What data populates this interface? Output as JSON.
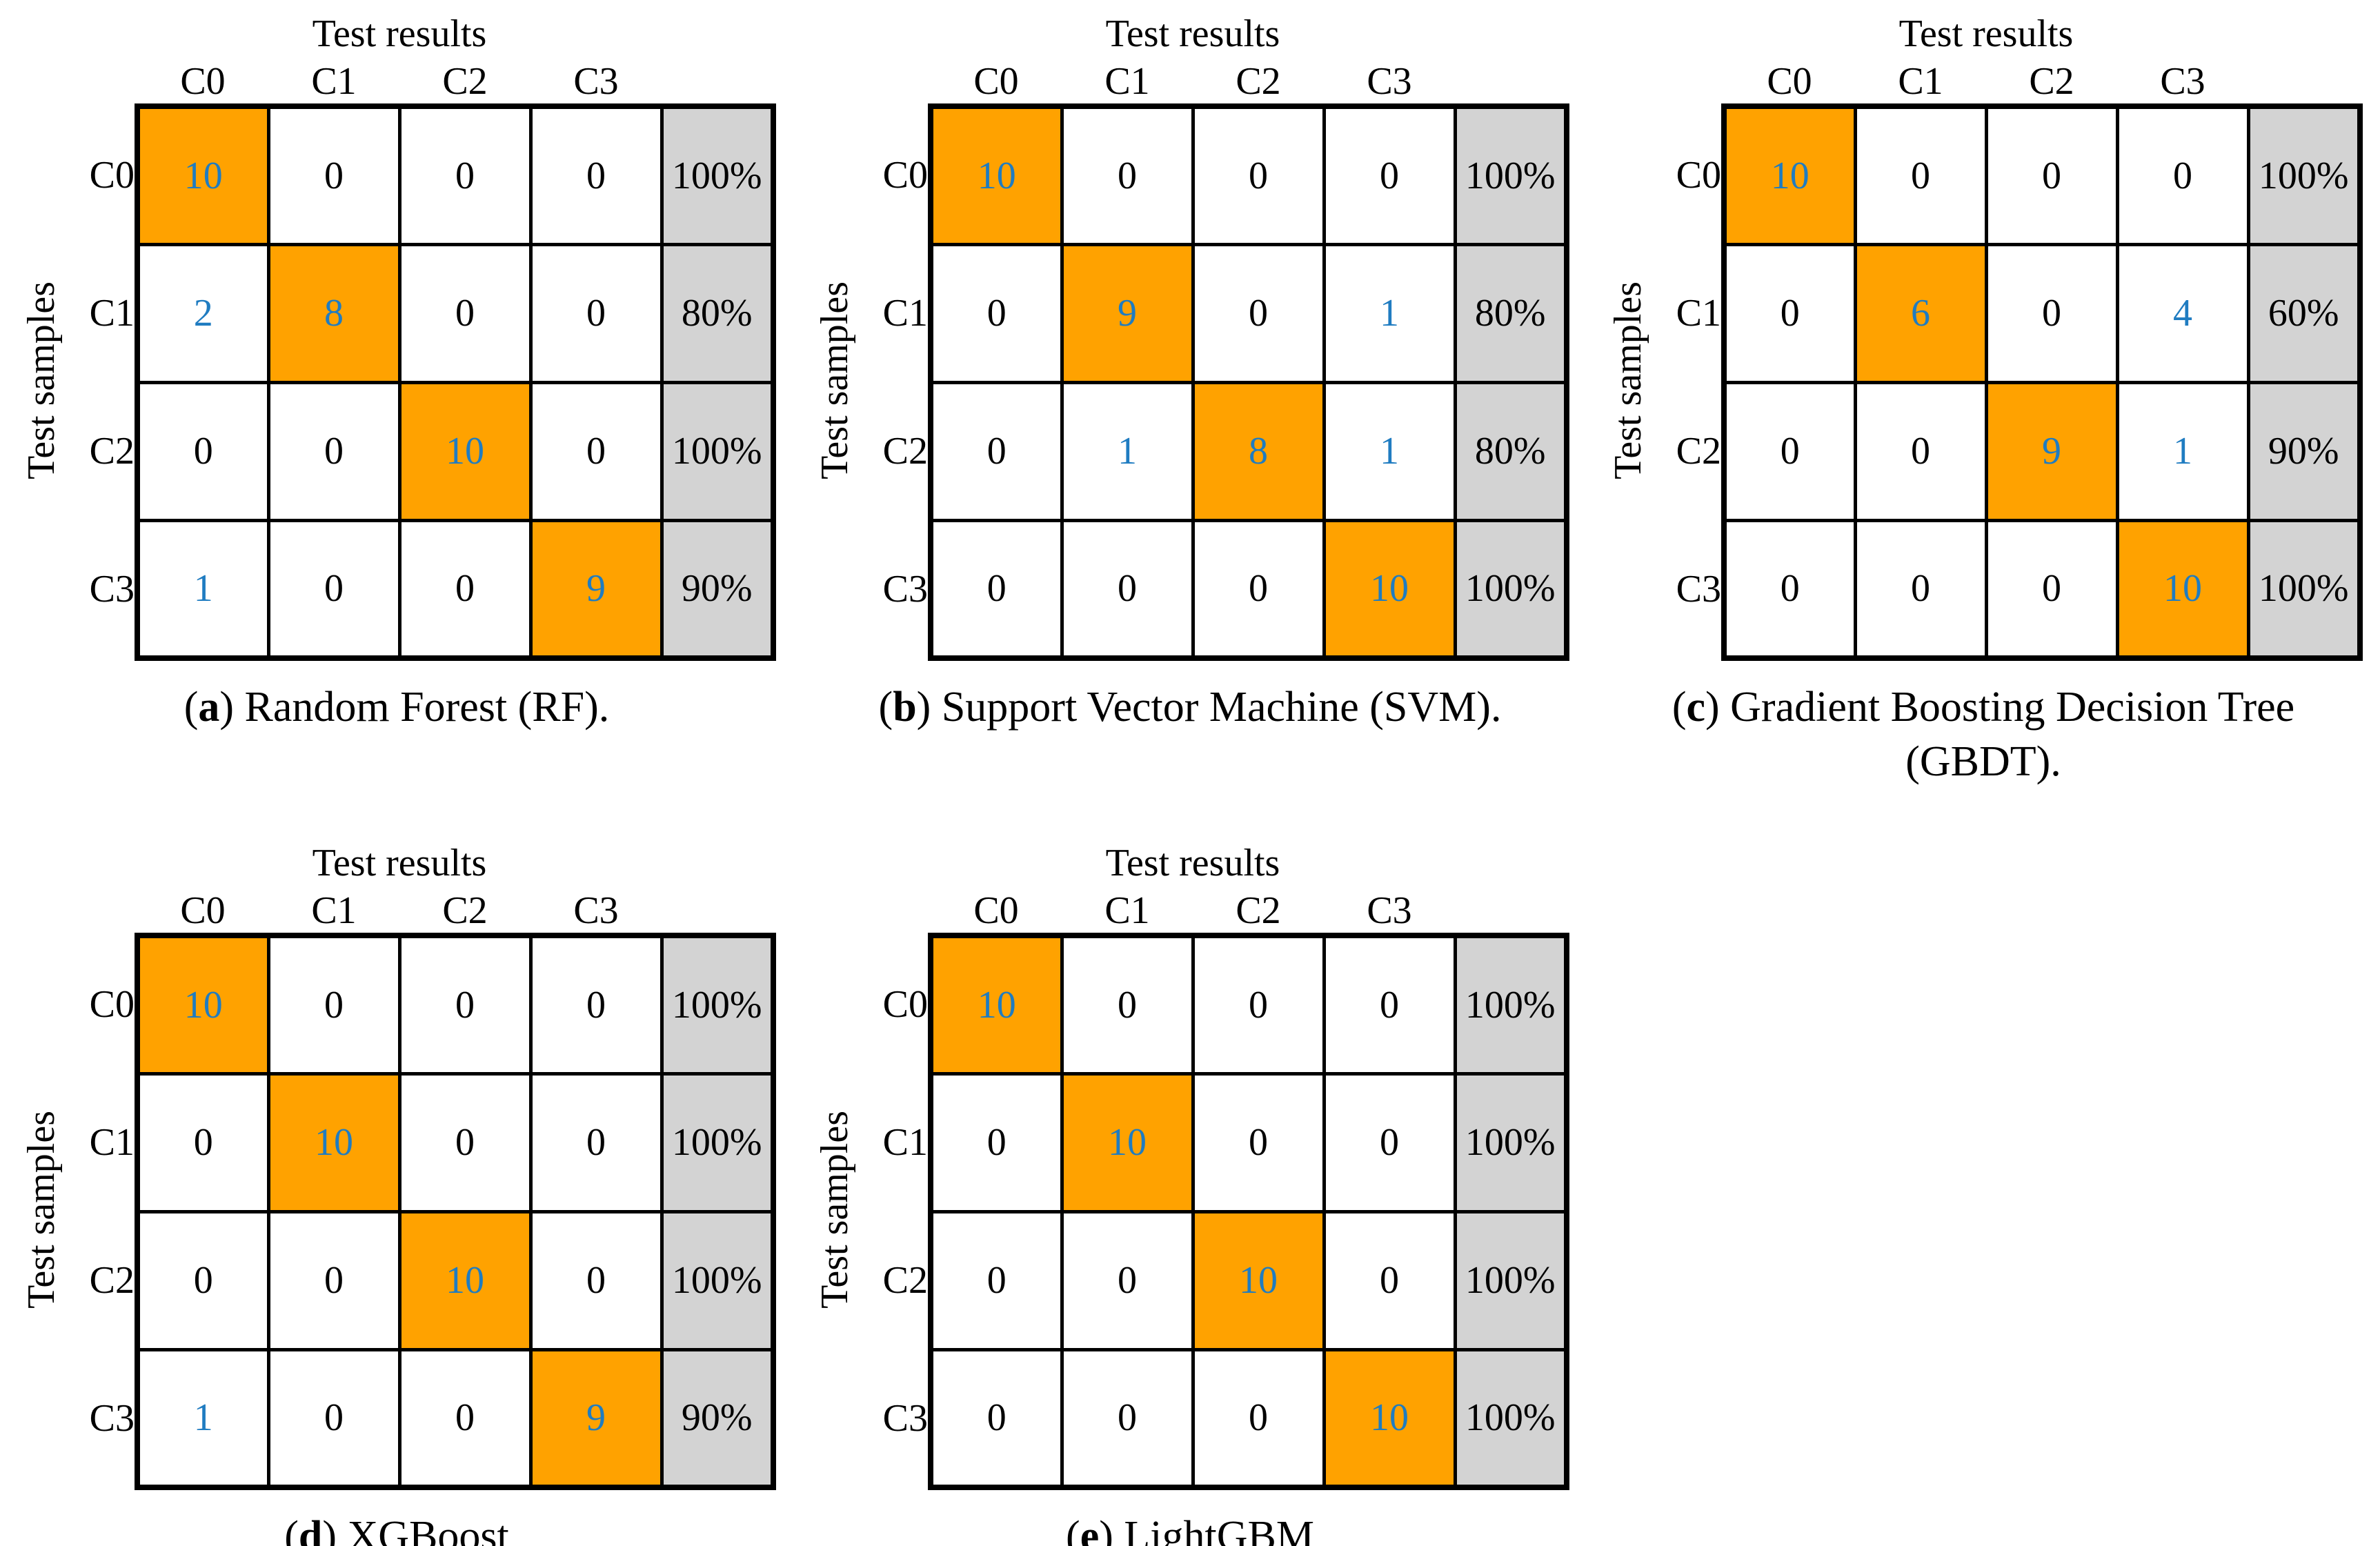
{
  "colors": {
    "diagonal_fill": "#FFA200",
    "pct_fill": "#D3D3D3",
    "nonzero_text": "#1F7CC1",
    "grid_line": "#000000"
  },
  "chart_data": [
    {
      "type": "heatmap",
      "panel_id": "a",
      "xlabel": "Test results",
      "ylabel": "Test samples",
      "x_categories": [
        "C0",
        "C1",
        "C2",
        "C3"
      ],
      "y_categories": [
        "C0",
        "C1",
        "C2",
        "C3"
      ],
      "matrix": [
        [
          10,
          0,
          0,
          0
        ],
        [
          2,
          8,
          0,
          0
        ],
        [
          0,
          0,
          10,
          0
        ],
        [
          1,
          0,
          0,
          9
        ]
      ],
      "row_accuracy": [
        "100%",
        "80%",
        "100%",
        "90%"
      ],
      "caption_prefix": "(",
      "caption_letter": "a",
      "caption_rest": ") Random Forest (RF).",
      "caption_full": "(a) Random Forest (RF).",
      "highlight": "diagonal"
    },
    {
      "type": "heatmap",
      "panel_id": "b",
      "xlabel": "Test results",
      "ylabel": "Test samples",
      "x_categories": [
        "C0",
        "C1",
        "C2",
        "C3"
      ],
      "y_categories": [
        "C0",
        "C1",
        "C2",
        "C3"
      ],
      "matrix": [
        [
          10,
          0,
          0,
          0
        ],
        [
          0,
          9,
          0,
          1
        ],
        [
          0,
          1,
          8,
          1
        ],
        [
          0,
          0,
          0,
          10
        ]
      ],
      "row_accuracy": [
        "100%",
        "80%",
        "80%",
        "100%"
      ],
      "caption_prefix": "(",
      "caption_letter": "b",
      "caption_rest": ") Support Vector Machine (SVM).",
      "caption_full": "(b) Support Vector Machine (SVM).",
      "highlight": "diagonal"
    },
    {
      "type": "heatmap",
      "panel_id": "c",
      "xlabel": "Test results",
      "ylabel": "Test samples",
      "x_categories": [
        "C0",
        "C1",
        "C2",
        "C3"
      ],
      "y_categories": [
        "C0",
        "C1",
        "C2",
        "C3"
      ],
      "matrix": [
        [
          10,
          0,
          0,
          0
        ],
        [
          0,
          6,
          0,
          4
        ],
        [
          0,
          0,
          9,
          1
        ],
        [
          0,
          0,
          0,
          10
        ]
      ],
      "row_accuracy": [
        "100%",
        "60%",
        "90%",
        "100%"
      ],
      "caption_prefix": "(",
      "caption_letter": "c",
      "caption_rest": ") Gradient Boosting Decision Tree (GBDT).",
      "caption_full": "(c) Gradient Boosting Decision Tree (GBDT).",
      "highlight": "diagonal"
    },
    {
      "type": "heatmap",
      "panel_id": "d",
      "xlabel": "Test results",
      "ylabel": "Test samples",
      "x_categories": [
        "C0",
        "C1",
        "C2",
        "C3"
      ],
      "y_categories": [
        "C0",
        "C1",
        "C2",
        "C3"
      ],
      "matrix": [
        [
          10,
          0,
          0,
          0
        ],
        [
          0,
          10,
          0,
          0
        ],
        [
          0,
          0,
          10,
          0
        ],
        [
          1,
          0,
          0,
          9
        ]
      ],
      "row_accuracy": [
        "100%",
        "100%",
        "100%",
        "90%"
      ],
      "caption_prefix": "(",
      "caption_letter": "d",
      "caption_rest": ") XGBoost",
      "caption_full": "(d) XGBoost",
      "highlight": "diagonal"
    },
    {
      "type": "heatmap",
      "panel_id": "e",
      "xlabel": "Test results",
      "ylabel": "Test samples",
      "x_categories": [
        "C0",
        "C1",
        "C2",
        "C3"
      ],
      "y_categories": [
        "C0",
        "C1",
        "C2",
        "C3"
      ],
      "matrix": [
        [
          10,
          0,
          0,
          0
        ],
        [
          0,
          10,
          0,
          0
        ],
        [
          0,
          0,
          10,
          0
        ],
        [
          0,
          0,
          0,
          10
        ]
      ],
      "row_accuracy": [
        "100%",
        "100%",
        "100%",
        "100%"
      ],
      "caption_prefix": "(",
      "caption_letter": "e",
      "caption_rest": ") LightGBM",
      "caption_full": "(e) LightGBM",
      "highlight": "diagonal"
    }
  ]
}
